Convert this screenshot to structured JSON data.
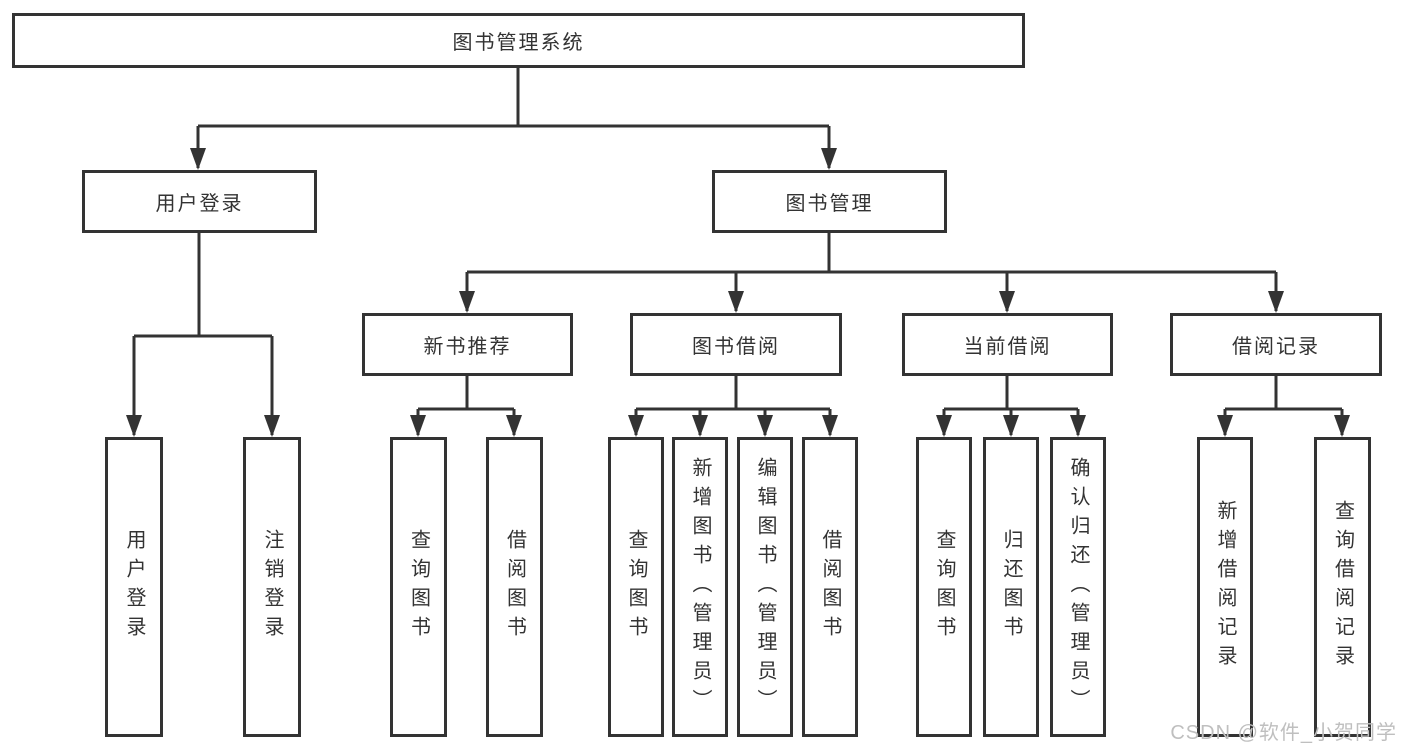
{
  "colors": {
    "line": "#333333",
    "text": "#333333",
    "background": "#ffffff",
    "watermark": "#bfbfbf"
  },
  "diagram": {
    "type": "hierarchy-tree",
    "root": {
      "label": "图书管理系统"
    },
    "level1": [
      {
        "label": "用户登录"
      },
      {
        "label": "图书管理"
      }
    ],
    "level2": [
      {
        "label": "新书推荐",
        "parent": "图书管理"
      },
      {
        "label": "图书借阅",
        "parent": "图书管理"
      },
      {
        "label": "当前借阅",
        "parent": "图书管理"
      },
      {
        "label": "借阅记录",
        "parent": "图书管理"
      }
    ],
    "leaves": [
      {
        "label": "用户登录",
        "parent": "用户登录"
      },
      {
        "label": "注销登录",
        "parent": "用户登录"
      },
      {
        "label": "查询图书",
        "parent": "新书推荐"
      },
      {
        "label": "借阅图书",
        "parent": "新书推荐"
      },
      {
        "label": "查询图书",
        "parent": "图书借阅"
      },
      {
        "label": "新增图书（管理员）",
        "parent": "图书借阅"
      },
      {
        "label": "编辑图书（管理员）",
        "parent": "图书借阅"
      },
      {
        "label": "借阅图书",
        "parent": "图书借阅"
      },
      {
        "label": "查询图书",
        "parent": "当前借阅"
      },
      {
        "label": "归还图书",
        "parent": "当前借阅"
      },
      {
        "label": "确认归还（管理员）",
        "parent": "当前借阅"
      },
      {
        "label": "新增借阅记录",
        "parent": "借阅记录"
      },
      {
        "label": "查询借阅记录",
        "parent": "借阅记录"
      }
    ]
  },
  "watermark": {
    "text": "CSDN @软件_小贺同学"
  }
}
